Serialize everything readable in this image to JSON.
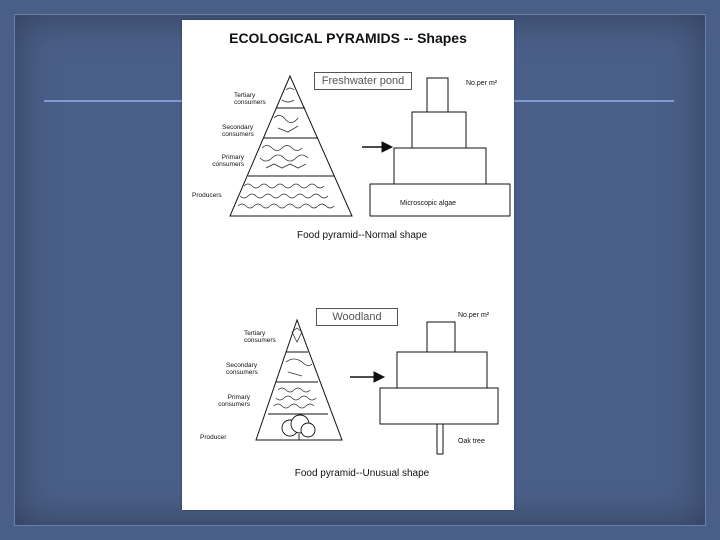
{
  "title": "ECOLOGICAL PYRAMIDS -- Shapes",
  "top_diagram": {
    "habitat": "Freshwater pond",
    "levels": [
      "Tertiary consumers",
      "Secondary consumers",
      "Primary consumers",
      "Producers"
    ],
    "unit": "No.per m²",
    "base_label": "Microscopic algae",
    "caption": "Food pyramid--Normal shape"
  },
  "bottom_diagram": {
    "habitat": "Woodland",
    "levels": [
      "Tertiary consumers",
      "Secondary consumers",
      "Primary consumers",
      "Producer"
    ],
    "unit": "No.per m²",
    "base_label": "Oak tree",
    "caption": "Food pyramid--Unusual shape"
  }
}
